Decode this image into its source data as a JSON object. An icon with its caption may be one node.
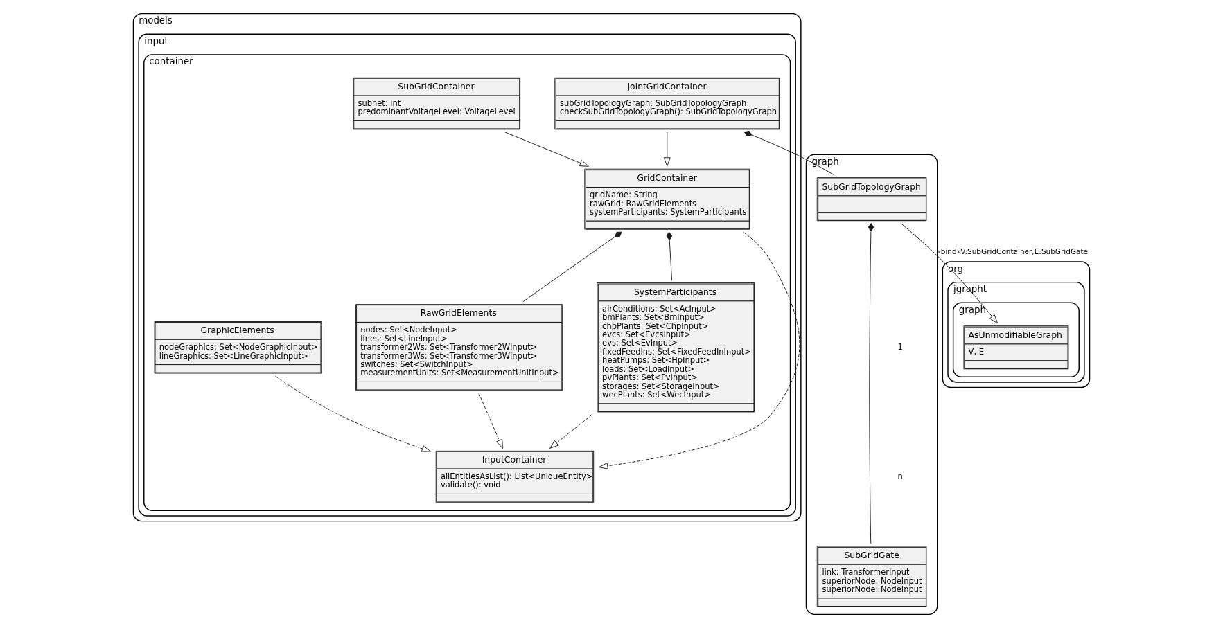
{
  "diagram": {
    "nodes": [
      {
        "text": [
          "models"
        ]
      },
      {
        "text": [
          "input"
        ],
        "in": 0
      },
      {
        "text": [
          "container"
        ],
        "in": 1
      },
      {
        "text": [
          "SubGridContainer",
          "subnet: int",
          "predominantVoltageLevel: VoltageLevel"
        ],
        "in": 2
      },
      {
        "text": [
          "JointGridContainer",
          "subGridTopologyGraph: SubGridTopologyGraph",
          "checkSubGridTopologyGraph(): SubGridTopologyGraph"
        ],
        "in": 2
      },
      {
        "text": [
          "GridContainer",
          "gridName: String",
          "rawGrid: RawGridElements",
          "systemParticipants: SystemParticipants"
        ],
        "in": 2
      },
      {
        "text": [
          "RawGridElements",
          "nodes: Set<NodeInput>",
          "lines: Set<LineInput>",
          "transformer2Ws: Set<Transformer2WInput>",
          "transformer3Ws: Set<Transformer3WInput>",
          "switches: Set<SwitchInput>",
          "measurementUnits: Set<MeasurementUnitInput>"
        ],
        "in": 2
      },
      {
        "text": [
          "SystemParticipants",
          "airConditions: Set<AcInput>",
          "bmPlants: Set<BmInput>",
          "chpPlants: Set<ChpInput>",
          "evcs: Set<EvcsInput>",
          "evs: Set<EvInput>",
          "fixedFeedIns: Set<FixedFeedInInput>",
          "heatPumps: Set<HpInput>",
          "loads: Set<LoadInput>",
          "pvPlants: Set<PvInput>",
          "storages: Set<StorageInput>",
          "wecPlants: Set<WecInput>"
        ],
        "in": 2
      },
      {
        "text": [
          "GraphicElements",
          "nodeGraphics: Set<NodeGraphicInput>",
          "lineGraphics: Set<LineGraphicInput>"
        ],
        "in": 2
      },
      {
        "text": [
          "InputContainer",
          "allEntitiesAsList(): List<UniqueEntity>",
          "validate(): void"
        ],
        "in": 2
      },
      {
        "text": [
          "graph"
        ]
      },
      {
        "text": [
          "SubGridTopologyGraph"
        ],
        "in": 10
      },
      {
        "text": [
          "SubGridGate",
          "link: TransformerInput",
          "superiorNode: NodeInput",
          "superiorNode: NodeInput"
        ],
        "in": 10
      },
      {
        "text": [
          "org"
        ]
      },
      {
        "text": [
          "jgrapht"
        ],
        "in": 13
      },
      {
        "text": [
          "graph"
        ],
        "in": 14
      },
      {
        "text": [
          "AsUnmodifiableGraph",
          "V, E"
        ],
        "in": 15
      }
    ],
    "edges": [
      {
        "from": 3,
        "to": 5,
        "arrow": "to"
      },
      {
        "from": 4,
        "to": 5,
        "arrow": "to"
      },
      {
        "from": 4,
        "to": 11,
        "arrow": "other"
      },
      {
        "from": 5,
        "to": 6,
        "arrow": "other"
      },
      {
        "from": 5,
        "to": 7,
        "arrow": "other"
      },
      {
        "from": 5,
        "to": 9,
        "arrow": "to",
        "style": "dashed"
      },
      {
        "from": 6,
        "to": 9,
        "arrow": "to",
        "style": "dashed"
      },
      {
        "from": 7,
        "to": 9,
        "arrow": "to",
        "style": "dashed"
      },
      {
        "from": 8,
        "to": 9,
        "arrow": "to",
        "style": "dashed"
      },
      {
        "from": 11,
        "to": 12,
        "arrow": "other"
      },
      {
        "from": 11,
        "to": 16,
        "arrow": "to",
        "label": "«bind»V:SubGridContainer,E:SubGridGate"
      }
    ],
    "labels": [
      "1",
      "n"
    ]
  }
}
